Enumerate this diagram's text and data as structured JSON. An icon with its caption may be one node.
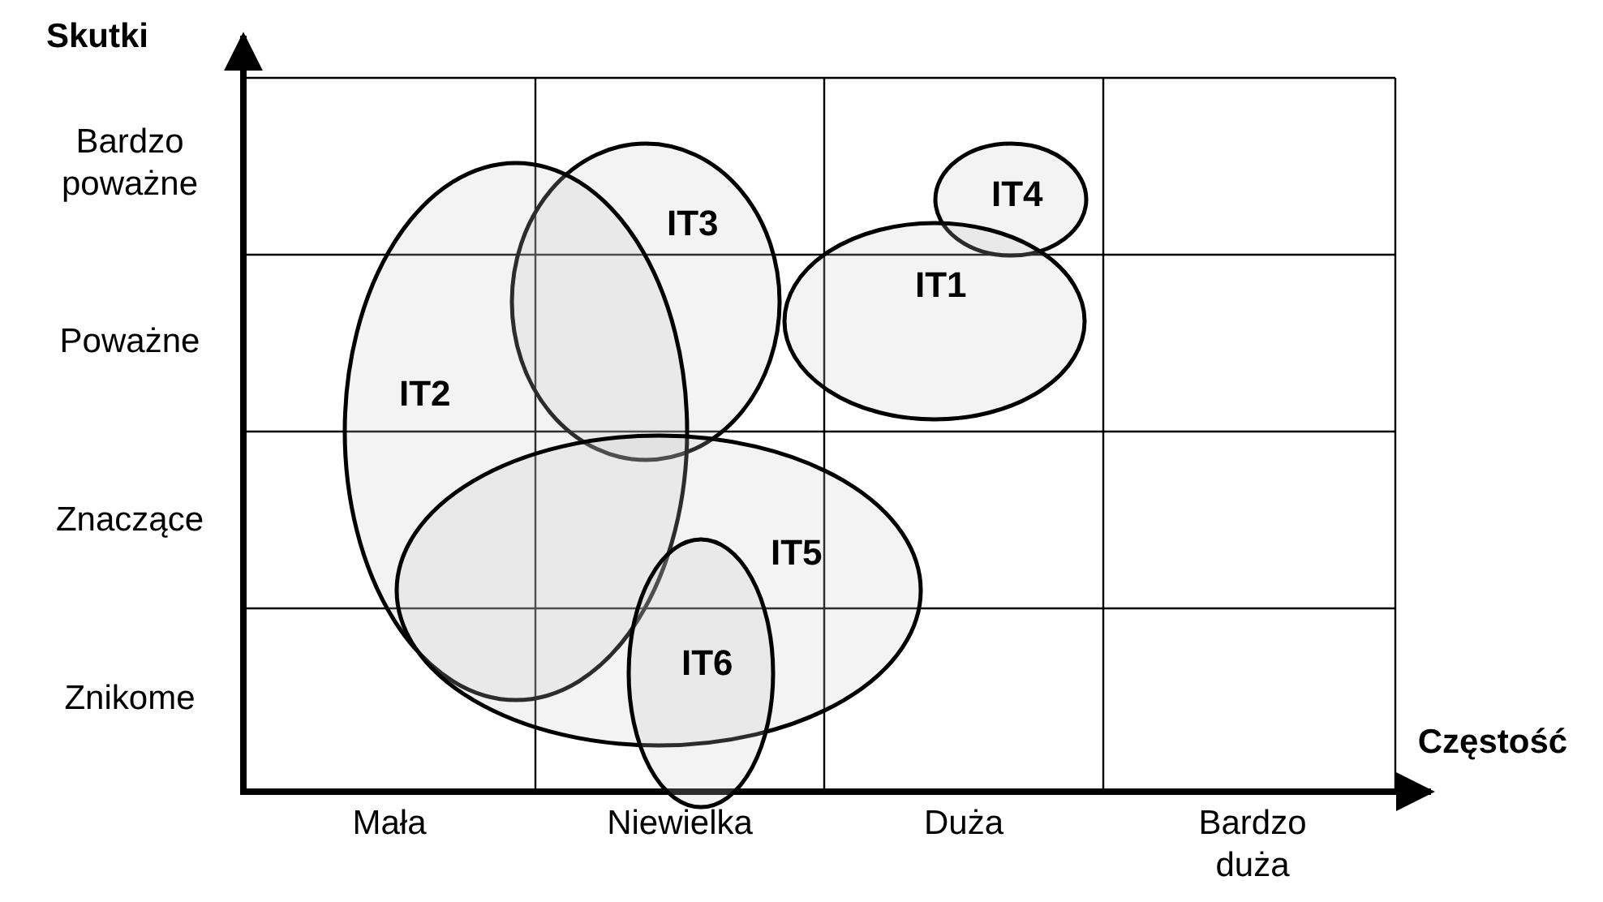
{
  "diagram": {
    "nodes": [
      {
        "text": [
          "IT4"
        ]
      },
      {
        "text": [
          "IT3"
        ]
      },
      {
        "text": [
          "IT1"
        ]
      },
      {
        "text": [
          "IT2"
        ]
      },
      {
        "text": [
          "IT5"
        ]
      },
      {
        "text": [
          "IT6"
        ]
      }
    ],
    "labels": [
      "Skutki",
      "Bardzo poważne",
      "Poważne",
      "Znaczące",
      "Znikome",
      "Częstość",
      "Mała",
      "Niewielka",
      "Duża",
      "Bardzo duża"
    ]
  }
}
